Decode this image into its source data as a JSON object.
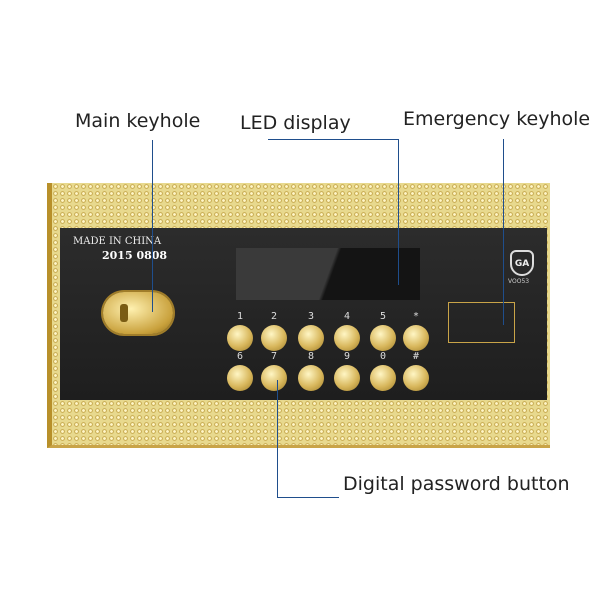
{
  "annotations": {
    "main_keyhole": "Main keyhole",
    "led_display": "LED display",
    "emergency_keyhole": "Emergency keyhole",
    "digital_password_button": "Digital password button"
  },
  "panel": {
    "made_in": "MADE IN CHINA",
    "date_code": "2015 0808",
    "logo_text": "GA",
    "logo_code": "VOO53"
  },
  "keypad": {
    "row1": [
      "1",
      "2",
      "3",
      "4",
      "5",
      "*"
    ],
    "row2": [
      "6",
      "7",
      "8",
      "9",
      "0",
      "#"
    ]
  },
  "colors": {
    "gold": "#e8d98e",
    "panel_black": "#222222",
    "line": "#1f4e8c"
  }
}
